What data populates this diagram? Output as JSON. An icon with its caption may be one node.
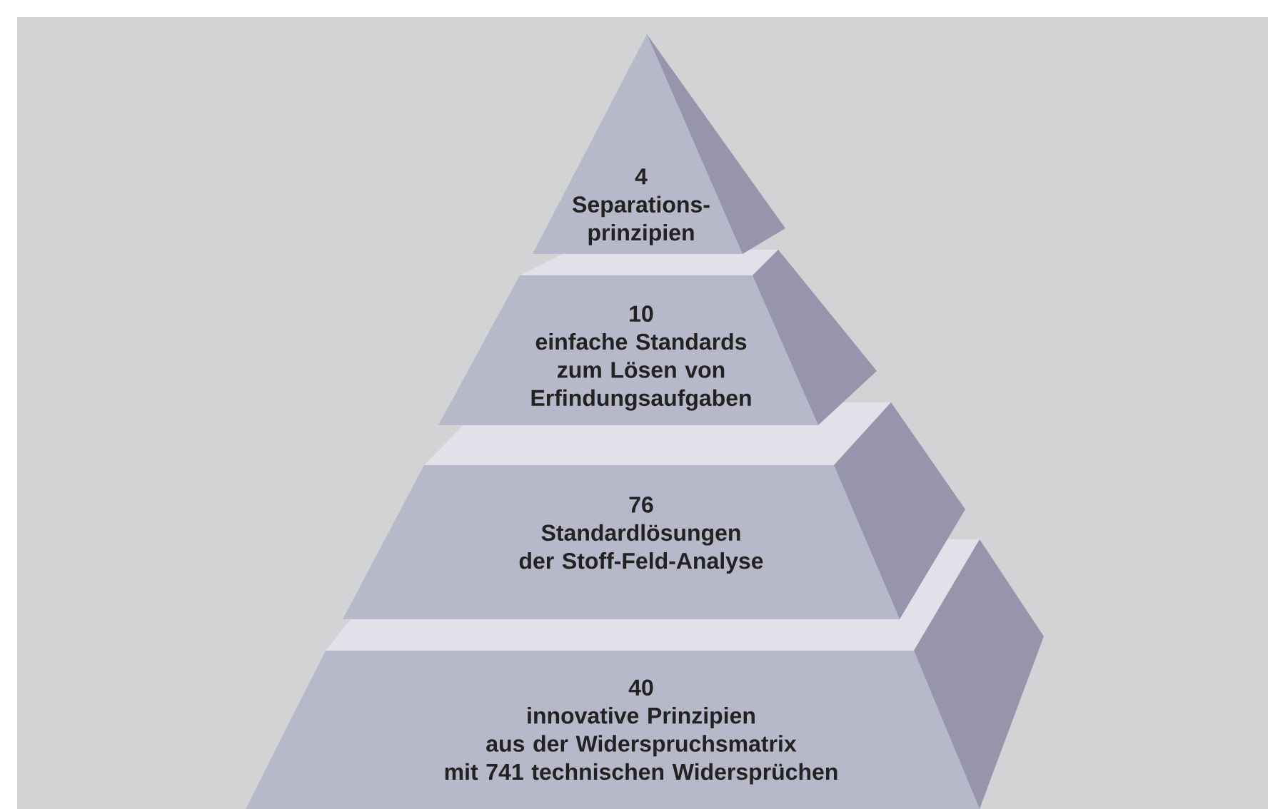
{
  "diagram": {
    "nodes": [
      {
        "text": [
          "4",
          "Separations- prinzipien"
        ]
      },
      {
        "text": [
          "10",
          "einfache Standards zum Lösen von Erfindungsaufgaben"
        ]
      },
      {
        "text": [
          "76",
          "Standardlösungen der Stoff-Feld-Analyse"
        ]
      },
      {
        "text": [
          "40",
          "innovative Prinzipien aus der Widerspruchsmatrix mit 741 technischen Widersprüchen"
        ]
      }
    ]
  }
}
